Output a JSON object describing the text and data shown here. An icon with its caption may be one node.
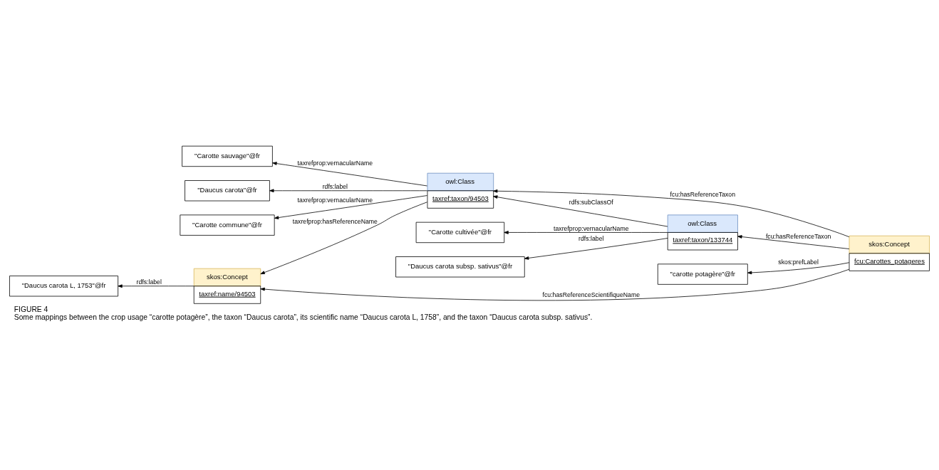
{
  "diagram": {
    "title": "FIGURE 4",
    "caption": "Some mappings between the crop usage “carotte potagère”, the taxon “Daucus carota”, its scientific name “Daucus carota L, 1758”, and the taxon “Daucus carota subsp. sativus”.",
    "nodes": [
      {
        "text": [
          "\"Daucus carota\"@fr"
        ]
      },
      {
        "text": [
          "\"Carotte commune\"@fr"
        ]
      },
      {
        "text": [
          "\"Carotte sauvage\"@fr"
        ]
      },
      {
        "text": [
          "owl:Class",
          "taxref:taxon/94503"
        ]
      },
      {
        "text": [
          "skos:Concept",
          "fcu:Carottes_potageres"
        ]
      },
      {
        "text": [
          "skos:Concept",
          "taxref:name/94503"
        ]
      },
      {
        "text": [
          "\"carotte potagère\"@fr"
        ]
      },
      {
        "text": [
          "\"Daucus carota L, 1753\"@fr"
        ]
      },
      {
        "text": [
          "\"Daucus carota subsp. sativus\"@fr"
        ]
      },
      {
        "text": [
          "owl:Class",
          "taxref:taxon/133744"
        ]
      },
      {
        "text": [
          "\"Carotte cultivée\"@fr"
        ]
      }
    ],
    "edges": [
      {
        "from": 3,
        "to": 0,
        "arrow": "to",
        "label": "rdfs:label"
      },
      {
        "from": 3,
        "to": 1,
        "arrow": "to",
        "label": "taxrefprop:vernacularName"
      },
      {
        "from": 3,
        "to": 2,
        "arrow": "to",
        "label": "taxrefprop:vernacularName"
      },
      {
        "from": 4,
        "to": 3,
        "arrow": "to",
        "label": "fcu:hasReferenceTaxon"
      },
      {
        "from": 3,
        "to": 5,
        "arrow": "to",
        "label": "taxrefprop:hasReferenceName"
      },
      {
        "from": 4,
        "to": 5,
        "arrow": "to",
        "label": "fcu:hasReferenceScientifiqueName"
      },
      {
        "from": 4,
        "to": 6,
        "arrow": "to",
        "label": "skos:prefLabel"
      },
      {
        "from": 9,
        "to": 3,
        "arrow": "to",
        "label": "rdfs:subClassOf"
      },
      {
        "from": 4,
        "to": 9,
        "arrow": "to",
        "label": "fcu:hasReferenceTaxon"
      },
      {
        "from": 5,
        "to": 7,
        "arrow": "to",
        "label": "rdfs:label"
      },
      {
        "from": 9,
        "to": 8,
        "arrow": "to",
        "label": "rdfs:label"
      },
      {
        "from": 9,
        "to": 10,
        "arrow": "to",
        "label": "taxrefprop:vernacularName"
      }
    ]
  }
}
